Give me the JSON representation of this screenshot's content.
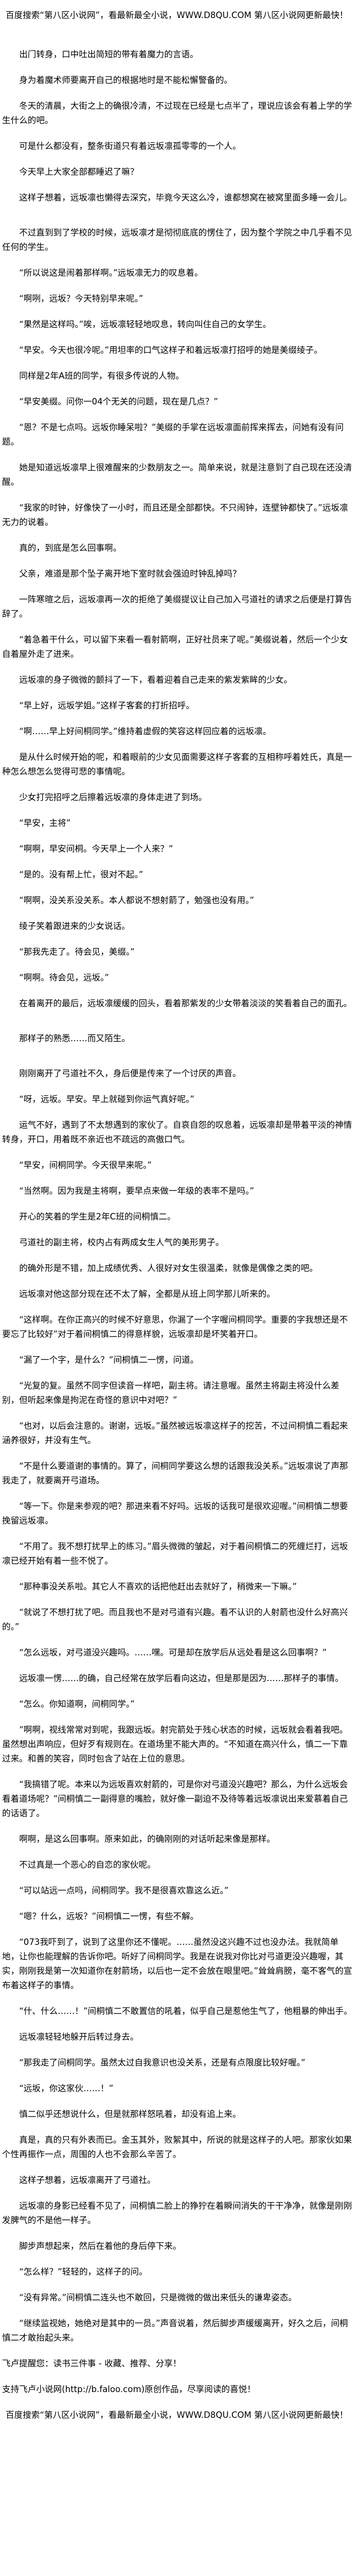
{
  "header_banner": "百度搜索“第八区小说网”，看最新最全小说，WWW.D8QU.COM   第八区小说网更新最快！",
  "paragraphs": [
    "出门转身，口中吐出简短的带有着魔力的言语。",
    "身为着魔术师要离开自己的根据地时是不能松懈警备的。",
    "冬天的清晨，大街之上的确很冷清，不过现在已经是七点半了，理说应该会有着上学的学生什么的吧。",
    "可是什么都没有，整条街道只有着远坂凛孤零零的一个人。",
    "今天早上大家全部都睡迟了嘛？",
    "这样子想着，远坂凛也懒得去深究，毕竟今天这么冷，谁都想窝在被窝里面多睡一会儿。",
    "不过直到到了学校的时候，远坂凛才是彻彻底底的愣住了，因为整个学院之中几乎看不见任何的学生。",
    "“所以说这是闹着那样啊。”远坂凛无力的叹息着。",
    "“啊咧，远坂？今天特别早来呢。”",
    "“果然是这样吗。”唉，远坂凛轻轻地叹息，转向叫住自己的女学生。",
    "“早安。今天也很冷呢。”用坦率的口气这样子和着远坂凛打招呼的她是美缀绫子。",
    "同样是2年A班的同学，有很多传说的人物。",
    "“早安美缀。问你一04个无关的问题，现在是几点？”",
    "“恩？不是七点吗。远坂你睡呆啦？”美缀的手掌在远坂凛面前挥来挥去，问她有没有问题。",
    "她是知道远坂凛早上很难醒来的少数朋友之一。简单来说，就是注意到了自己现在还没清醒。",
    "“我家的时钟，好像快了一小时，而且还是全部都快。不只闹钟，连壁钟都快了。”远坂凛无力的说着。",
    "真的，到底是怎么回事啊。",
    "父亲，难道是那个坠子离开地下室时就会强迫时钟乱掉吗？",
    "一阵寒暄之后，远坂凛再一次的拒绝了美缀提议让自己加入弓道社的请求之后便是打算告辞了。",
    "“着急着干什么，可以留下来看一看射箭啊，正好社员来了呢。”美缀说着，然后一个少女自着屋外走了进来。",
    "远坂凛的身子微微的颤抖了一下，看着迎着自己走来的紫发紫眸的少女。",
    "“早上好，远坂学姐。”这样子客套的打折招呼。",
    "“啊……早上好间桐同学。”维持着虚假的笑容这样回应着的远坂凛。",
    "是从什么时候开始的呢，和着眼前的少女见面需要这样子客套的互相称呼着姓氏，真是一种怎么想怎么觉得可悲的事情呢。",
    "少女打完招呼之后擦着远坂凛的身体走进了到场。",
    "“早安，主将”",
    "“啊啊，早安间桐。今天早上一个人来？”",
    "“是的。没有帮上忙，很对不起。”",
    "“啊啊，没关系没关系。本人都说不想射箭了，勉强也没有用。”",
    "绫子笑着跟进来的少女说话。",
    "“那我先走了。待会见，美缀。”",
    "“啊啊。待会见，远坂。”",
    "在着离开的最后，远坂凛缓缓的回头，看着那紫发的少女带着淡淡的笑看着自己的面孔。",
    "那样子的熟悉……而又陌生。",
    "刚刚离开了弓道社不久，身后便是传来了一个讨厌的声音。",
    "“呀，远坂。早安。早上就碰到你运气真好呢。”",
    "运气不好，遇到了不太想遇到的家伙了。自哀自怨的叹息着，远坂凛却是带着平淡的神情转身，开口，用着既不亲近也不疏远的高傲口气。",
    "“早安，间桐同学。今天很早来呢。”",
    "“当然啊。因为我是主将啊，要早点来做一年级的表率不是吗。”",
    "开心的笑着的学生是2年C班的间桐慎二。",
    "弓道社的副主将，校内占有两成女生人气的美形男子。",
    "的确外形是不错，加上成绩优秀、人很好对女生很温柔，就像是偶像之类的吧。",
    "远坂凛对他这部分现在还不太了解，全都是从班上同学那儿听来的。",
    "“这样啊。在你正高兴的时候不好意思，你漏了一个字喔间桐同学。重要的字我想还是不要忘了比较好”对于着间桐慎二的得意样貌，远坂凛却是坏笑着开口。",
    "“漏了一个字，是什么？”间桐慎二一愣，问道。",
    "“光复的复。虽然不同字但读音一样吧，副主将。请注意喔。虽然主将副主将没什么差别，但听起来像是拘泥在奇怪的意识中对吧？”",
    "“也对，以后会注意的。谢谢，远坂。”虽然被远坂凛这样子的挖苦，不过间桐慎二看起来涵养很好，并没有生气。",
    "“不是什么要道谢的事情的。算了，间桐同学要这么想的话跟我没关系。”远坂凛说了声那我走了，就要离开弓道场。",
    "“等一下。你是来参观的吧？那进来看不好吗。远坂的话我可是很欢迎喔。”间桐慎二想要挽留远坂凛。",
    "“不用了。我不想打扰早上的练习。”眉头微微的皱起，对于着间桐慎二的死缠烂打，远坂凛已经开始有着一些不悦了。",
    "“那种事没关系啦。其它人不喜欢的话把他赶出去就好了，稍微来一下嘛。”",
    "“就说了不想打扰了吧。而且我也不是对弓道有兴趣。看不认识的人射箭也没什么好高兴的。”",
    "“怎么远坂，对弓道没兴趣吗。……嘿。可是却在放学后从远处看是这么回事啊？”",
    "远坂凛一愣……的确，自己经常在放学后看向这边，但是那是因为……那样子的事情。",
    "“怎么。你知道啊，间桐同学。”",
    "”啊啊，视线常常对到呢，我跟远坂。射完箭处于残心状态的时候，远坂就会看着我吧。虽然想出声响应，但好歹有规则在。在道场里不能大声的。“不知道在高兴什么，慎二一下靠过来。和善的笑容，同时包含了站在上位的意思。",
    "“我搞错了呢。本来以为远坂喜欢射箭的，可是你对弓道没兴趣吧？那么，为什么远坂会看着道场呢？”间桐慎二一副得意的嘴脸，就好像一副迫不及待等着远坂凛说出来爱慕着自己的话语了。",
    "啊啊，是这么回事啊。原来如此，的确刚刚的对话听起来像是那样。",
    "不过真是一个恶心的自恋的家伙呢。",
    "“可以站远一点吗，间桐同学。我不是很喜欢靠这么近。”",
    "“嗯？什么，远坂？”间桐慎二一愣，有些不解。",
    "“073我吓到了，说到了这里你还不懂呢。……虽然没这兴趣不过也没办法。我就简单地，让你也能理解的告诉你吧。听好了间桐同学。我是在说我对你比对弓道更没兴趣喔，其实，刚刚我是第一次知道你在射箭场，以后也一定不会放在眼里吧。”耸耸肩膀，毫不客气的宣布着这样子的事情。",
    "“什、什么……！”间桐慎二不敢置信的吼着，似乎自己是惹他生气了，他粗暴的伸出手。",
    "远坂凛轻轻地躲开后转过身去。",
    "“那我走了间桐同学。虽然太过自我意识也没关系，还是有点限度比较好喔。”",
    "“远坂，你这家伙……！”",
    "慎二似乎还想说什么，但是就那样怒吼着，却没有追上来。",
    "真是，真的只有外表而已。金玉其外，败絮其中，所说的就是这样子的人吧。那家伙如果个性再振作一点，周围的人也不会那么辛苦了。",
    "这样子想着，远坂凛离开了弓道社。",
    "远坂凛的身影已经看不见了，间桐慎二脸上的狰狞在着瞬间消失的干干净净，就像是刚刚发脾气的不是他一样子。",
    "脚步声想起来，然后在着他的身后停下来。",
    "“怎么样？”轻轻的，这样子的问。",
    "“没有异常。”间桐慎二连头也不敢回，只是微微的做出来低头的谦卑姿态。",
    "“继续监视她，她绝对是其中的一员。”声音说着，然后脚步声缓缓离开，好久之后，间桐慎二才敢抬起头来。"
  ],
  "footer": {
    "reminder": "飞卢提醒您：读书三件事 - 收藏、推荐、分享！",
    "support": "支持飞卢小说网(http://b.faloo.com)原创作品，尽享阅读的喜悦！",
    "banner": "百度搜索“第八区小说网”，看最新最全小说，WWW.D8QU.COM   第八区小说网更新最快！"
  }
}
